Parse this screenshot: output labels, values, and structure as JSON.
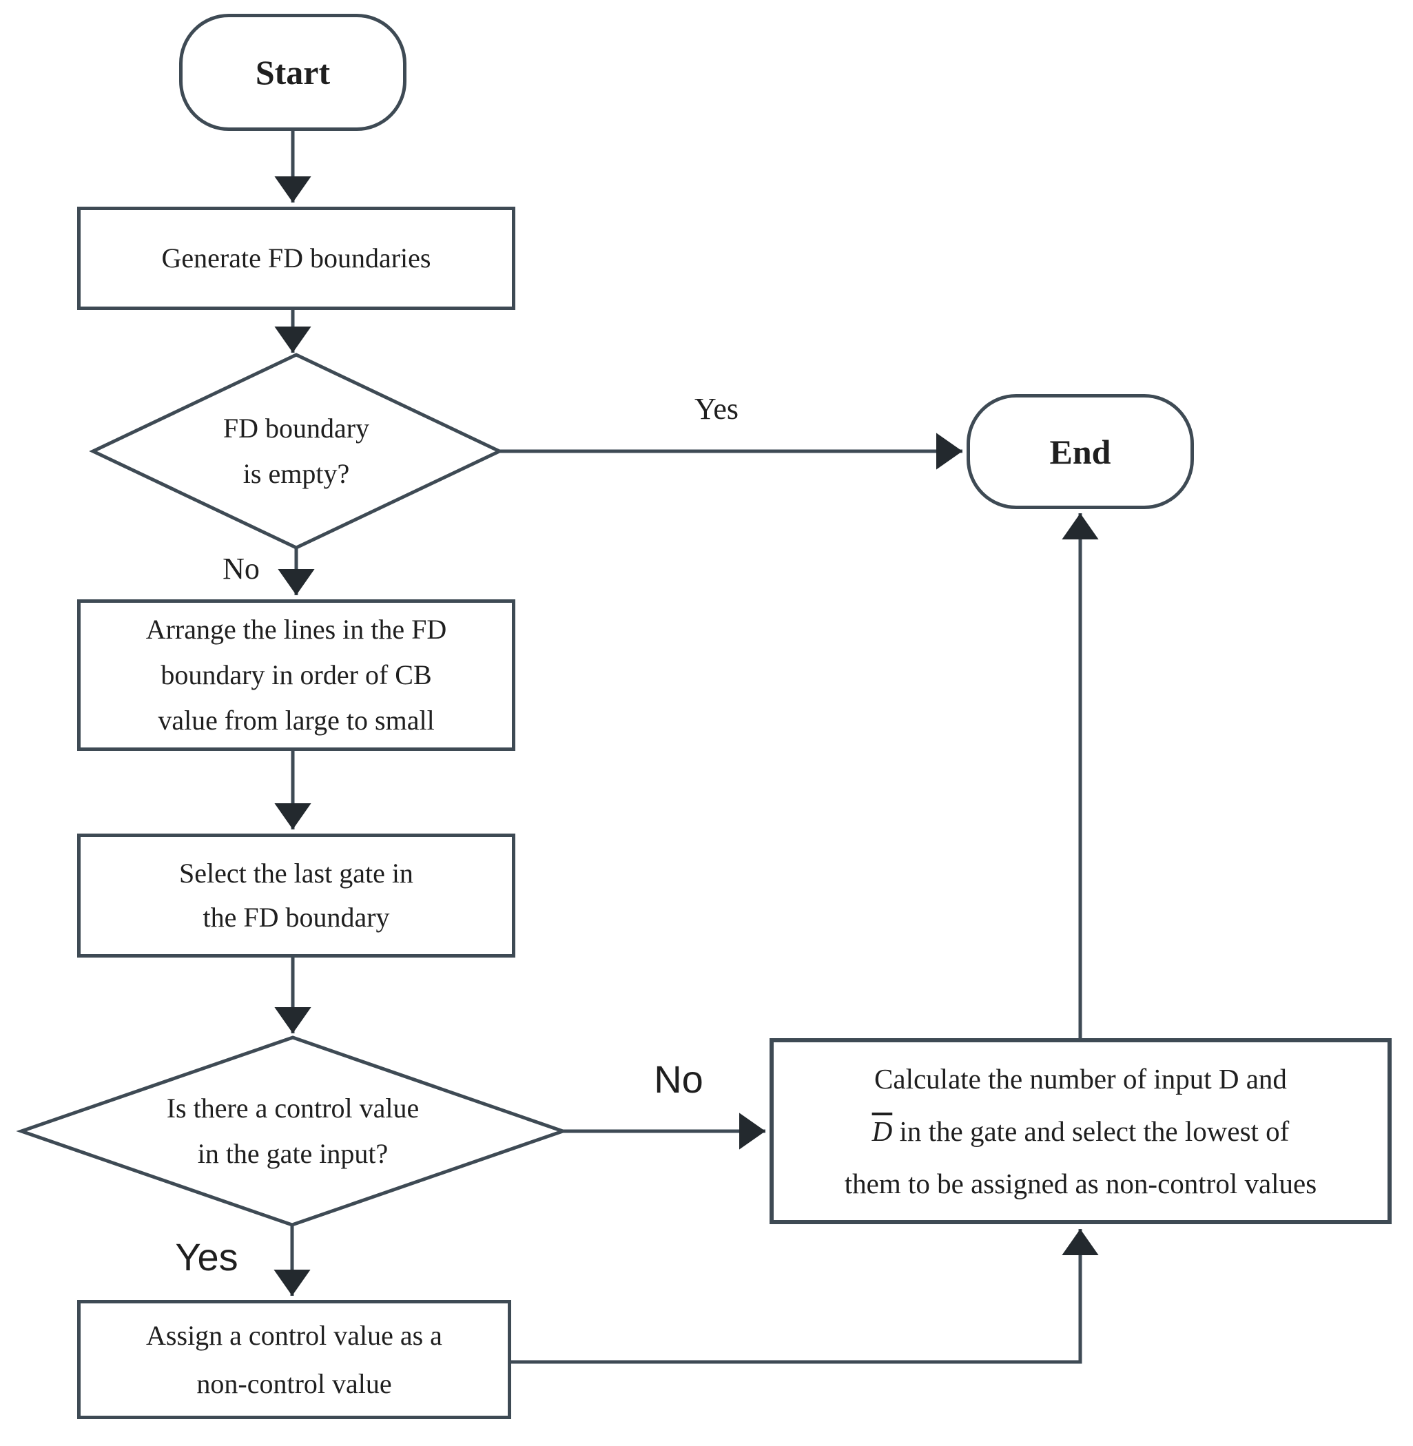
{
  "flowchart": {
    "nodes": {
      "start": {
        "label": "Start"
      },
      "generate": {
        "label": "Generate FD boundaries"
      },
      "decision_fd_empty": {
        "lines": [
          "FD boundary",
          "is empty?"
        ]
      },
      "end": {
        "label": "End"
      },
      "arrange": {
        "lines": [
          "Arrange the lines in the FD",
          "boundary in order of CB",
          "value from large to small"
        ]
      },
      "select_gate": {
        "lines": [
          "Select the last gate in",
          "the FD boundary"
        ]
      },
      "decision_control_value": {
        "lines": [
          "Is there a control value",
          "in the gate input?"
        ]
      },
      "calculate": {
        "line1": "Calculate the number of input D and",
        "dbar": "D",
        "line2_rest": " in the gate and select the lowest of",
        "line3": "them to be assigned as non-control values"
      },
      "assign": {
        "lines": [
          "Assign a control value as a",
          "non-control value"
        ]
      }
    },
    "edge_labels": {
      "fd_empty_yes": "Yes",
      "fd_empty_no": "No",
      "control_no": "No",
      "control_yes": "Yes"
    },
    "colors": {
      "line": "#3e4a54",
      "arrow": "#23292e",
      "text": "#1f1f1f",
      "background": "#ffffff"
    }
  }
}
